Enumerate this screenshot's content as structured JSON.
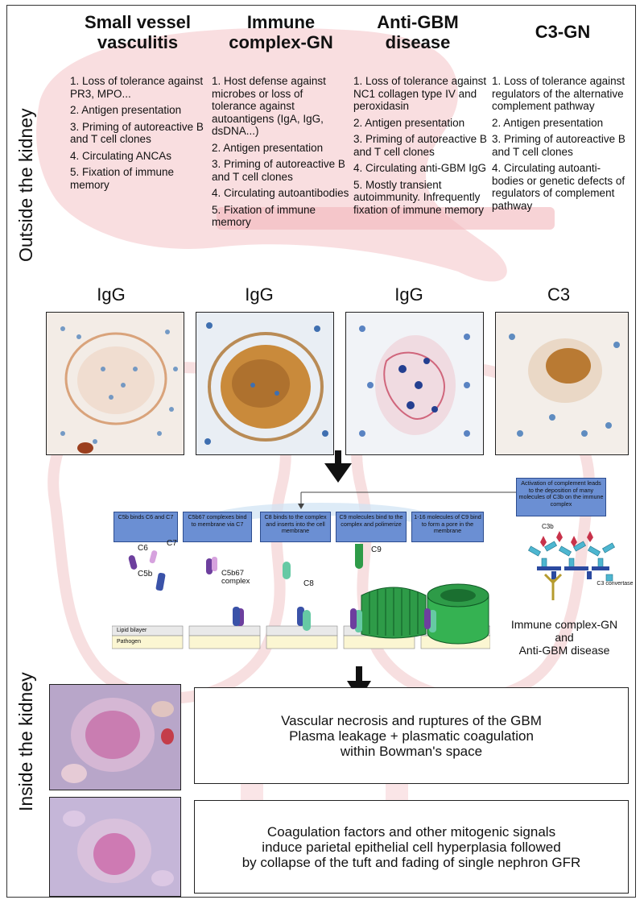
{
  "side_labels": {
    "outside": "Outside the kidney",
    "inside": "Inside the kidney"
  },
  "columns": [
    {
      "title_line1": "Small vessel",
      "title_line2": "vasculitis",
      "steps": [
        "1. Loss of tolerance against PR3, MPO...",
        "2. Antigen presentation",
        "3. Priming of autoreactive B and T cell clones",
        "4. Circulating ANCAs",
        "5. Fixation of immune memory"
      ],
      "stain": "IgG"
    },
    {
      "title_line1": "Immune",
      "title_line2": "complex-GN",
      "steps": [
        "1. Host defense against microbes or loss of tolerance against autoantigens (IgA, IgG, dsDNA...)",
        "2. Antigen presentation",
        "3. Priming of autoreactive B and T cell clones",
        "4. Circulating autoantibodies",
        "5. Fixation of immune memory"
      ],
      "stain": "IgG"
    },
    {
      "title_line1": "Anti-GBM",
      "title_line2": "disease",
      "steps": [
        "1. Loss of tolerance against NC1 collagen type IV and peroxidasin",
        "2. Antigen presentation",
        "3. Priming of autoreactive B and T cell clones",
        "4. Circulating anti-GBM IgG",
        "5. Mostly transient autoimmunity. Infrequently fixation of immune memory"
      ],
      "stain": "IgG"
    },
    {
      "title_line1": "C3-GN",
      "title_line2": "",
      "steps": [
        "1. Loss of tolerance against regulators of the alternative complement pathway",
        "2. Antigen presentation",
        "3. Priming of autoreactive B and T cell clones",
        "4. Circulating autoanti-bodies or genetic defects of regulators of complement pathway"
      ],
      "stain": "C3"
    }
  ],
  "complement": {
    "boxes": [
      "C5b binds C6 and C7",
      "C5b67 complexes bind to membrane via C7",
      "C8 binds to the complex and inserts into the cell membrane",
      "C9 molecules bind to the complex and polimerize",
      "1-16 molecules of C9 bind to form a pore in the membrane"
    ],
    "activation_box": "Activation of complement leads to the deposition of many molecules of C3b on the immune complex",
    "labels": {
      "c6": "C6",
      "c7": "C7",
      "c5b": "C5b",
      "c5b67": "C5b67 complex",
      "c8": "C8",
      "c9": "C9",
      "c3b": "C3b",
      "c3_convertase": "C3 convertase",
      "lipid_bilayer": "Lipid bilayer",
      "pathogen": "Pathogen"
    },
    "diseases_line1": "Immune complex-GN",
    "diseases_line2": "and",
    "diseases_line3": "Anti-GBM disease"
  },
  "results": [
    {
      "line1": "Vascular necrosis and ruptures of the GBM",
      "line2": "Plasma leakage + plasmatic coagulation",
      "line3": "within Bowman's space"
    },
    {
      "line1": "Coagulation factors and other mitogenic signals",
      "line2": "induce parietal epithelial cell hyperplasia followed",
      "line3": "by collapse of the tuft and fading of single nephron GFR"
    }
  ],
  "colors": {
    "kidney_pink": "#f6c9cc",
    "blue_box": "#6b8fd3",
    "c9_green": "#2e9b48",
    "membrane_yellow": "#fbf6d2"
  }
}
